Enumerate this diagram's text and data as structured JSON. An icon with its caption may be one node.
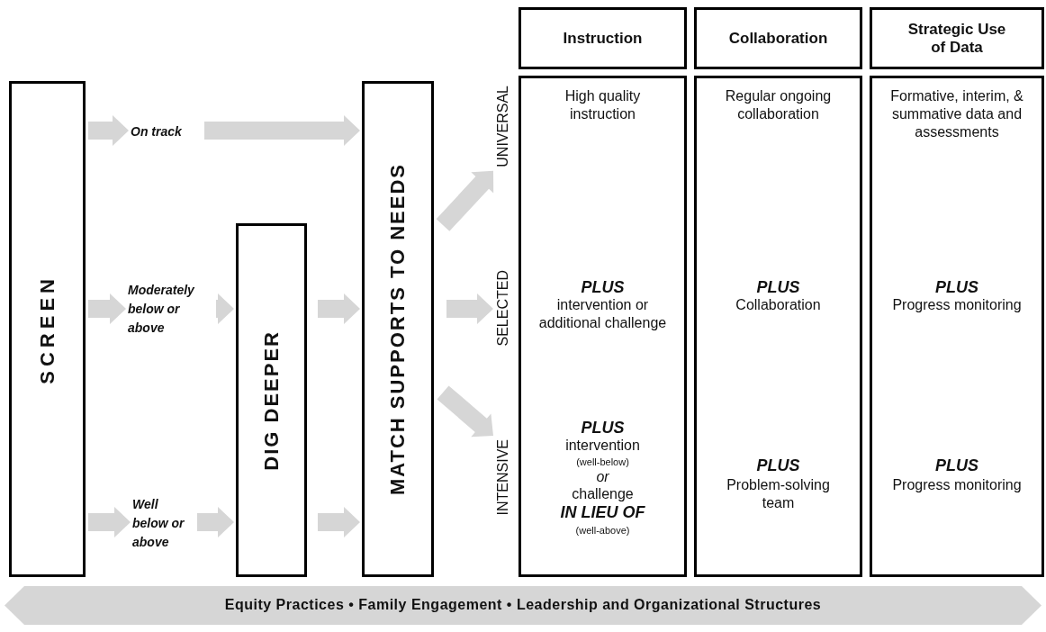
{
  "diagram": {
    "nodes": [
      {
        "text": [
          "SCREEN"
        ]
      },
      {
        "text": [
          "On track"
        ]
      },
      {
        "text": [
          "Moderately below or above"
        ]
      },
      {
        "text": [
          "Well below or above"
        ]
      },
      {
        "text": [
          "DIG DEEPER"
        ]
      },
      {
        "text": [
          "MATCH SUPPORTS TO NEEDS"
        ]
      },
      {
        "text": [
          "UNIVERSAL"
        ]
      },
      {
        "text": [
          "SELECTED"
        ]
      },
      {
        "text": [
          "INTENSIVE"
        ]
      },
      {
        "text": [
          "Instruction"
        ]
      },
      {
        "text": [
          "Collaboration"
        ]
      },
      {
        "text": [
          "Strategic Use of Data"
        ]
      },
      {
        "text": [
          "High quality instruction",
          "PLUS",
          "intervention or additional challenge",
          "PLUS",
          "intervention",
          "(well-below)",
          "or",
          "challenge",
          "IN LIEU OF",
          "(well-above)"
        ]
      },
      {
        "text": [
          "Regular ongoing collaboration",
          "PLUS",
          "Collaboration",
          "PLUS",
          "Problem-solving team"
        ]
      },
      {
        "text": [
          "Formative, interim, & summative data and assessments",
          "PLUS",
          "Progress monitoring",
          "PLUS",
          "Progress monitoring"
        ]
      },
      {
        "text": [
          "Equity Practices • Family Engagement • Leadership and Organizational Structures"
        ]
      }
    ],
    "edges": [
      {
        "from": 0,
        "to": 1,
        "arrow": "to"
      },
      {
        "from": 1,
        "to": 5,
        "arrow": "to"
      },
      {
        "from": 0,
        "to": 2,
        "arrow": "to"
      },
      {
        "from": 2,
        "to": 4,
        "arrow": "to"
      },
      {
        "from": 0,
        "to": 3,
        "arrow": "to"
      },
      {
        "from": 3,
        "to": 4,
        "arrow": "to"
      },
      {
        "from": 4,
        "to": 5,
        "arrow": "to"
      },
      {
        "from": 4,
        "to": 5,
        "arrow": "to"
      },
      {
        "from": 5,
        "to": 6,
        "arrow": "to"
      },
      {
        "from": 5,
        "to": 7,
        "arrow": "to"
      },
      {
        "from": 5,
        "to": 8,
        "arrow": "to"
      }
    ]
  }
}
